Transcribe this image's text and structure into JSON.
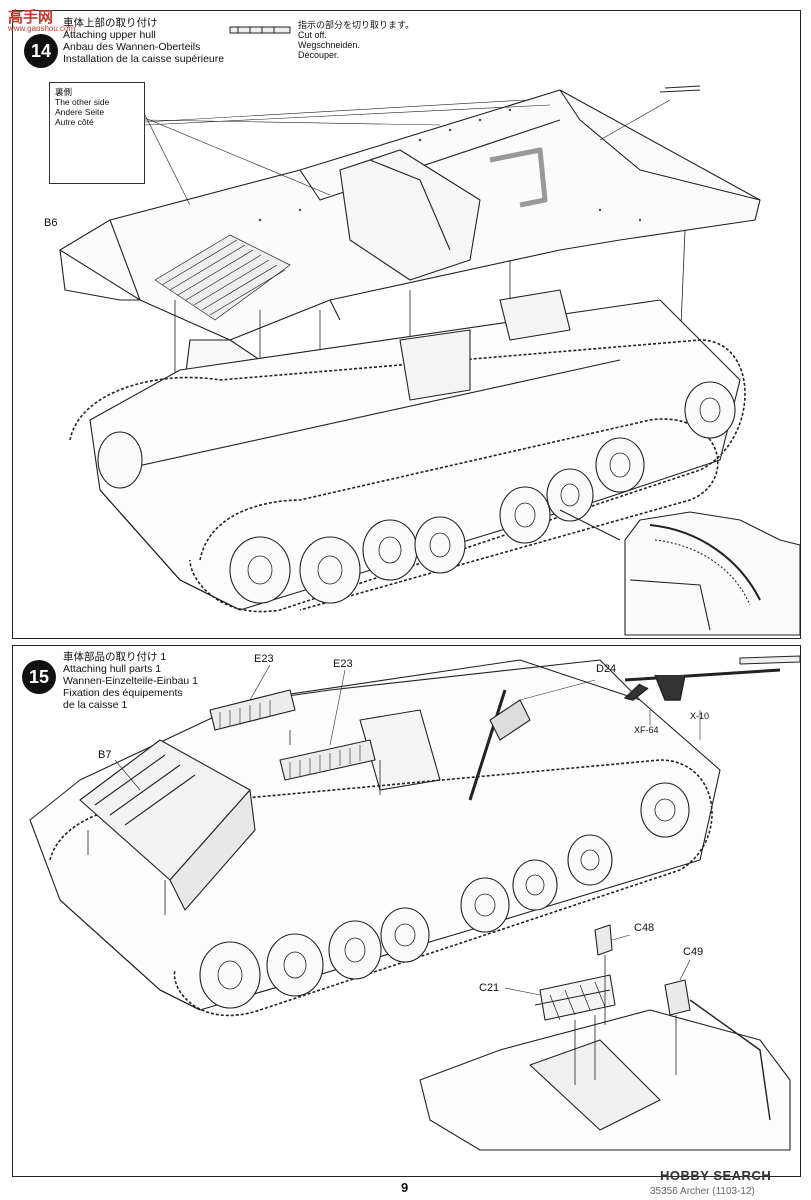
{
  "watermark": {
    "left_logo": "高手网",
    "left_url": "www.gaoshou.com",
    "right_logo": "HOBBY SEARCH"
  },
  "step14": {
    "number": "14",
    "title_ja": "車体上部の取り付け",
    "title_en": "Attaching upper hull",
    "title_de": "Anbau des Wannen-Oberteils",
    "title_fr": "Installation de la caisse supérieure",
    "cut_note": {
      "ja": "指示の部分を切り取ります。",
      "en": "Cut off.",
      "de": "Wegschneiden.",
      "fr": "Découper."
    },
    "other_side": {
      "ja": "裏側",
      "en": "The other side",
      "de": "Andere Seite",
      "fr": "Autre côté"
    },
    "part_b6": "B6"
  },
  "step15": {
    "number": "15",
    "title_ja": "車体部品の取り付け 1",
    "title_en": "Attaching hull parts 1",
    "title_de": "Wannen-Einzelteile-Einbau 1",
    "title_fr1": "Fixation des équipements",
    "title_fr2": "de la caisse 1",
    "parts": {
      "e23_a": "E23",
      "e23_b": "E23",
      "d24": "D24",
      "b7": "B7",
      "c48": "C48",
      "c49": "C49",
      "c21": "C21"
    },
    "paints": {
      "xf64": "XF-64",
      "x10": "X-10"
    }
  },
  "footer": {
    "page_number": "9",
    "code": "35356 Archer (1103-12)"
  }
}
